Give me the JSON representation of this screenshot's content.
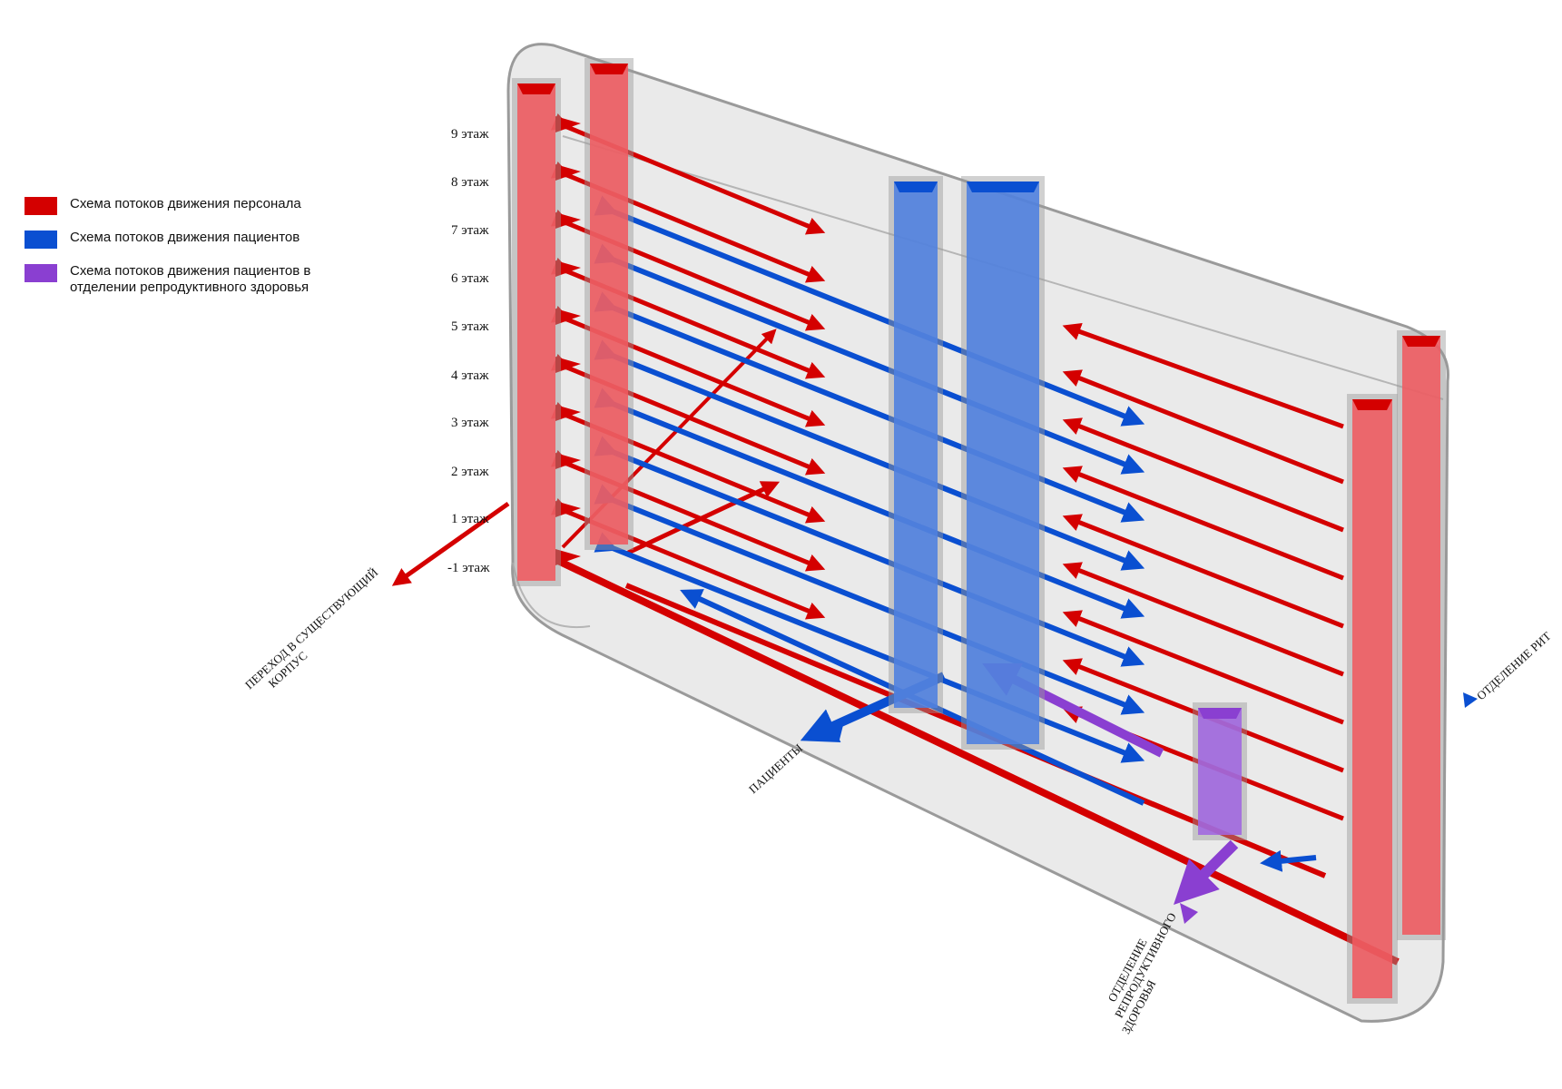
{
  "legend": {
    "staff": {
      "label": "Схема потоков движения персонала",
      "color": "#d40000"
    },
    "patients": {
      "label": "Схема потоков движения пациентов",
      "color": "#0a4fd1"
    },
    "reproductive": {
      "label": "Схема потоков движения пациентов в отделении репродуктивного здоровья",
      "color": "#8a3fd1"
    }
  },
  "floors": [
    "9 этаж",
    "8 этаж",
    "7 этаж",
    "6 этаж",
    "5 этаж",
    "4 этаж",
    "3 этаж",
    "2 этаж",
    "1 этаж",
    "-1 этаж"
  ],
  "annotations": {
    "transition_line1": "ПЕРЕХОД В СУЩЕСТВУЮЩИЙ",
    "transition_line2": "КОРПУС",
    "patients": "ПАЦИЕНТЫ",
    "rit": "ОТДЕЛЕНИЕ РИТ",
    "repro_line1": "ОТДЕЛЕНИЕ",
    "repro_line2": "РЕПРОДУКТИВНОГО",
    "repro_line3": "ЗДОРОВЬЯ"
  },
  "colors": {
    "staff": "#d40000",
    "staff_core": "#f05a60",
    "patients": "#0a4fd1",
    "patients_core": "#4d7fe0",
    "reproductive": "#8a3fd1",
    "reproductive_core": "#a066e0",
    "envelope_fill": "#e6e6e6",
    "envelope_stroke": "#9a9a9a"
  }
}
